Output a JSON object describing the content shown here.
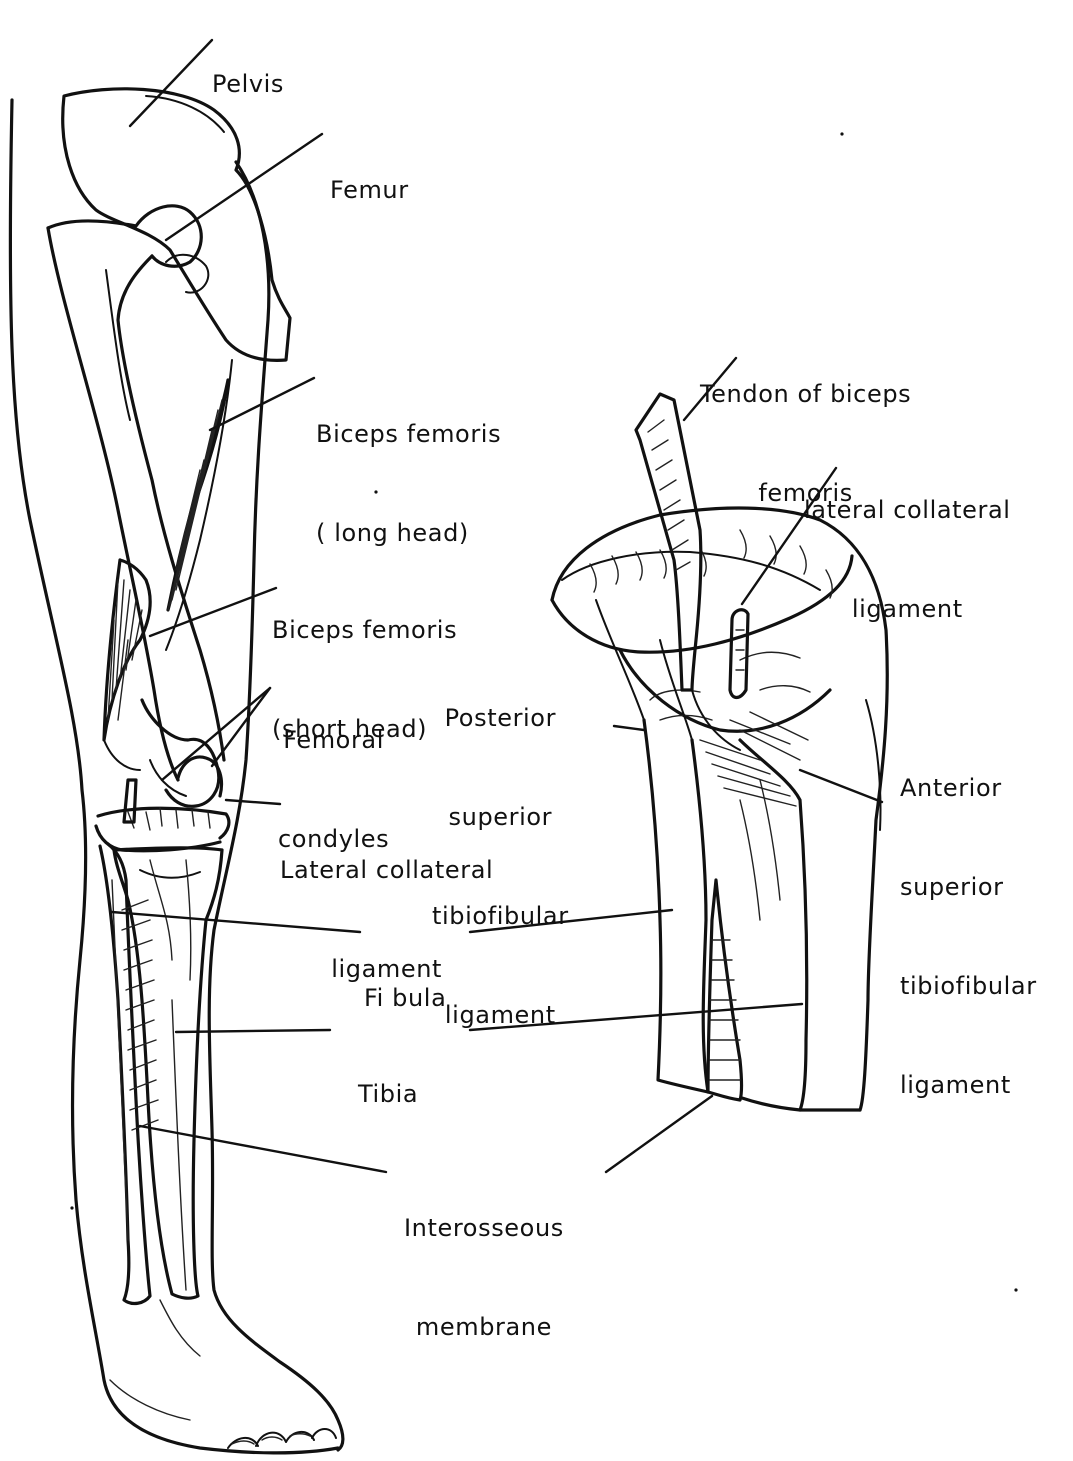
{
  "labels": {
    "pelvis": "Pelvis",
    "femur": "Femur",
    "biceps_long": [
      "Biceps femoris",
      "( long head)"
    ],
    "biceps_short": [
      "Biceps femoris",
      "(short head)"
    ],
    "femoral_condyles": [
      "Femoral",
      "condyles"
    ],
    "lateral_collateral_left": [
      "Lateral collateral",
      "ligament"
    ],
    "fibula": "Fi bula",
    "tibia": "Tibia",
    "interosseous": [
      "Interosseous",
      "membrane"
    ],
    "tendon_biceps": [
      "Tendon of biceps",
      "femoris"
    ],
    "lateral_collateral_right": [
      "lateral collateral",
      "ligament"
    ],
    "posterior_sup": [
      "Posterior",
      "superior",
      "tibiofibular",
      "ligament"
    ],
    "anterior_sup": [
      "Anterior",
      "superior",
      "tibiofibular",
      "ligament"
    ]
  }
}
